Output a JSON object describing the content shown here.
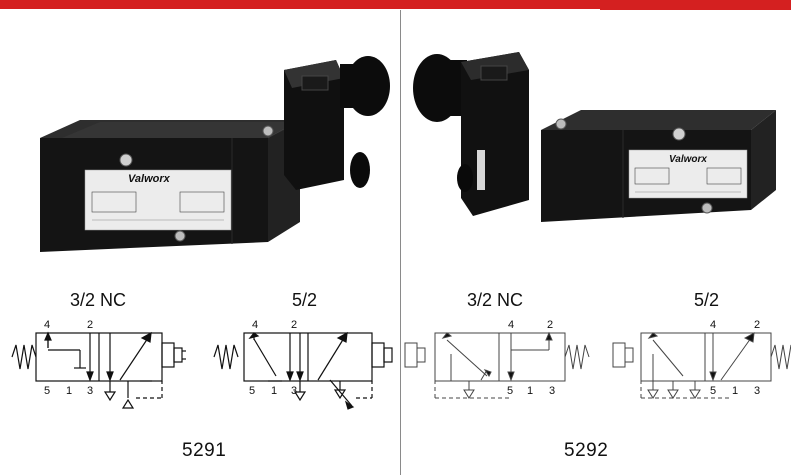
{
  "products": [
    {
      "model": "5291",
      "brand": "Valworx",
      "left_symbol_title": "3/2 NC",
      "right_symbol_title": "5/2",
      "left_ports_top": [
        "4",
        "2"
      ],
      "left_ports_bottom": [
        "5",
        "1",
        "3"
      ],
      "right_ports_top": [
        "4",
        "2"
      ],
      "right_ports_bottom": [
        "5",
        "1",
        "3"
      ]
    },
    {
      "model": "5292",
      "brand": "Valworx",
      "left_symbol_title": "3/2 NC",
      "right_symbol_title": "5/2",
      "left_ports_top": [
        "4",
        "2"
      ],
      "left_ports_bottom": [
        "5",
        "1",
        "3"
      ],
      "right_ports_top": [
        "4",
        "2"
      ],
      "right_ports_bottom": [
        "5",
        "1",
        "3"
      ]
    }
  ],
  "colors": {
    "accent_bar": "#d42020",
    "valve_body": "#1c1c1c",
    "divider": "#8a8a8a"
  }
}
